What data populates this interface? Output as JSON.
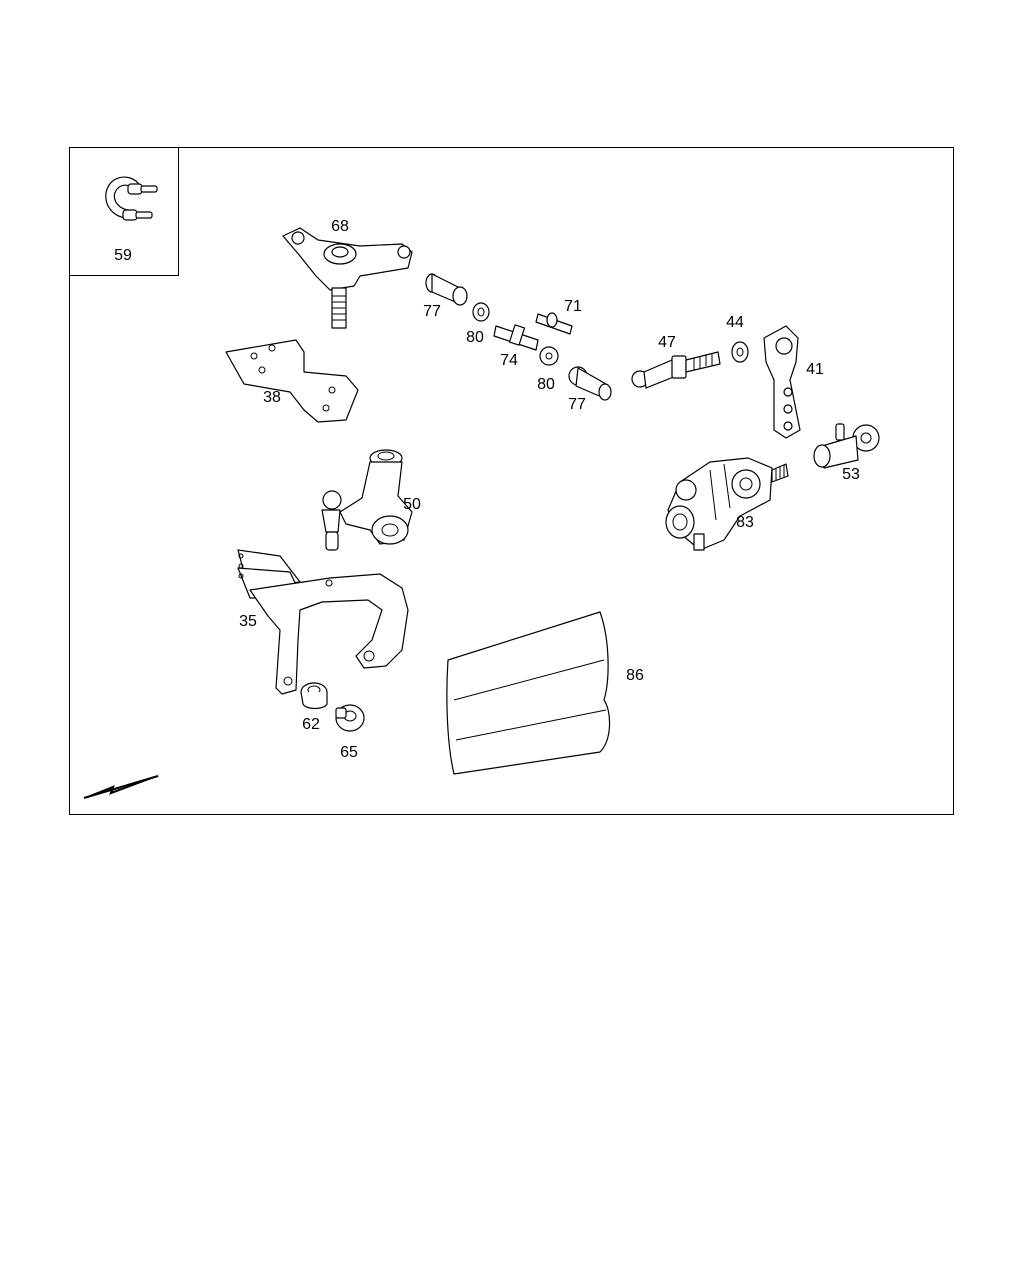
{
  "diagram": {
    "parts": [
      {
        "id": "p59",
        "number": "59"
      },
      {
        "id": "p68",
        "number": "68"
      },
      {
        "id": "p77a",
        "number": "77"
      },
      {
        "id": "p80a",
        "number": "80"
      },
      {
        "id": "p71",
        "number": "71"
      },
      {
        "id": "p74",
        "number": "74"
      },
      {
        "id": "p80b",
        "number": "80"
      },
      {
        "id": "p77b",
        "number": "77"
      },
      {
        "id": "p47",
        "number": "47"
      },
      {
        "id": "p44",
        "number": "44"
      },
      {
        "id": "p41",
        "number": "41"
      },
      {
        "id": "p38",
        "number": "38"
      },
      {
        "id": "p53",
        "number": "53"
      },
      {
        "id": "p50",
        "number": "50"
      },
      {
        "id": "p83",
        "number": "83"
      },
      {
        "id": "p35",
        "number": "35"
      },
      {
        "id": "p86",
        "number": "86"
      },
      {
        "id": "p62",
        "number": "62"
      },
      {
        "id": "p65",
        "number": "65"
      }
    ]
  }
}
